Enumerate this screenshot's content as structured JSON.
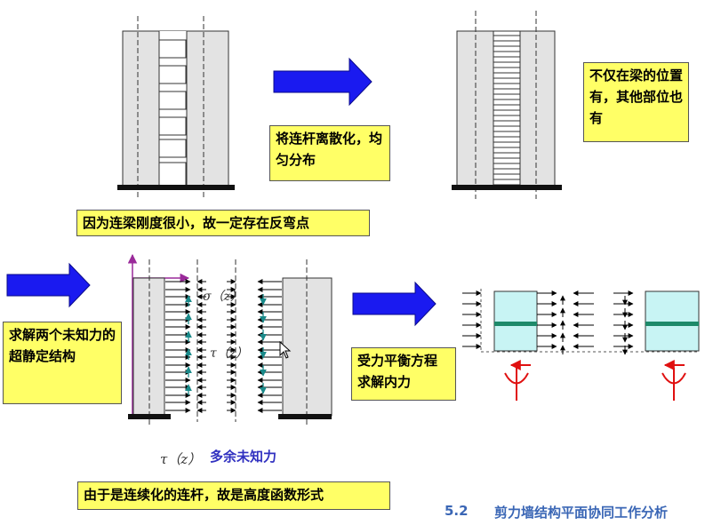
{
  "notes": {
    "discretize": "将连杆离散化，均匀分布",
    "not_only": "不仅在梁的位置有，其他部位也有",
    "inflection": "因为连梁刚度很小，故一定存在反弯点",
    "solve": "求解两个未知力的超静定结构",
    "balance": "受力平衡方程求解内力",
    "height_function": "由于是连续化的连杆，故是高度函数形式"
  },
  "labels": {
    "sigma": "σ（z）",
    "tau_mid": "τ（z）",
    "tau_bottom": "τ（z）",
    "redundant": "多余未知力"
  },
  "footer": {
    "section": "5.2",
    "title": "剪力墙结构平面协同工作分析"
  },
  "colors": {
    "arrow_blue": "#1a1af0",
    "note_yellow": "#ffff66",
    "wall_gray": "#e3e3e3",
    "teal_arrow": "#1a8a8a",
    "cyan_wall": "#c8f4f4",
    "red_symbol": "#e01010",
    "axis_purple": "#9a2a9a",
    "footer_blue": "#3a66b5"
  }
}
